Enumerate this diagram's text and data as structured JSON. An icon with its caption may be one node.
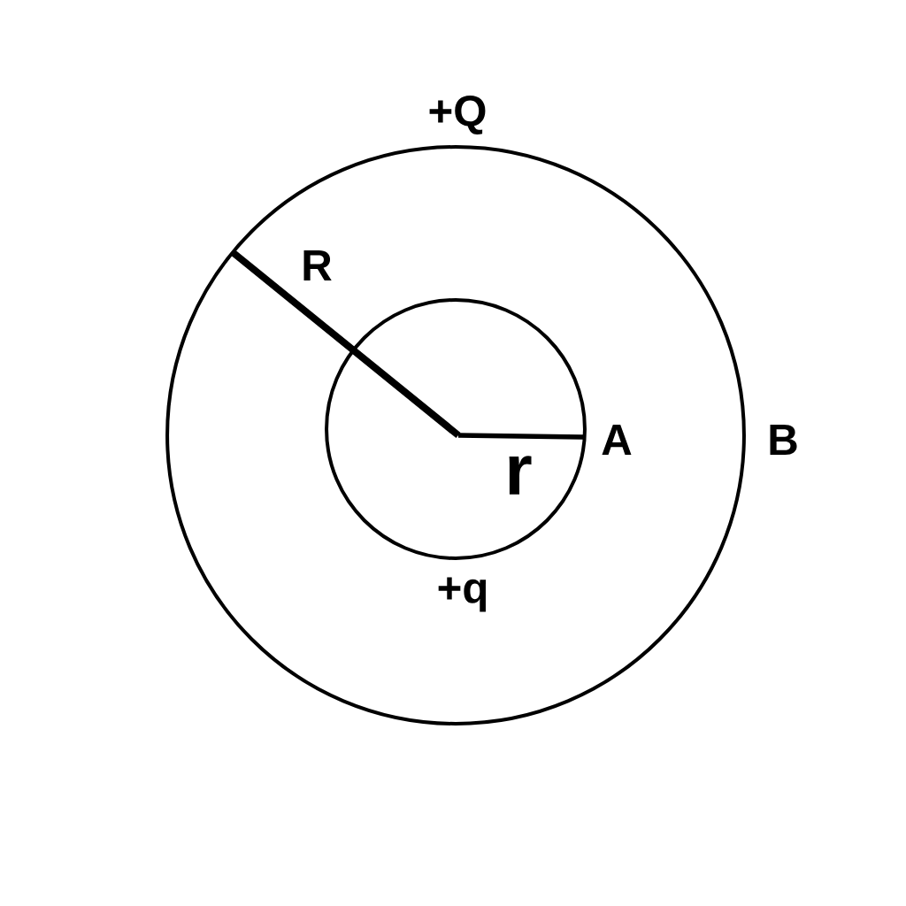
{
  "diagram": {
    "nodes": [
      {
        "text": [],
        "shape": "circle"
      },
      {
        "text": [],
        "shape": "circle",
        "in": 0
      }
    ],
    "labels": [
      "+Q",
      "R",
      "A",
      "B",
      "r",
      "+q"
    ]
  }
}
